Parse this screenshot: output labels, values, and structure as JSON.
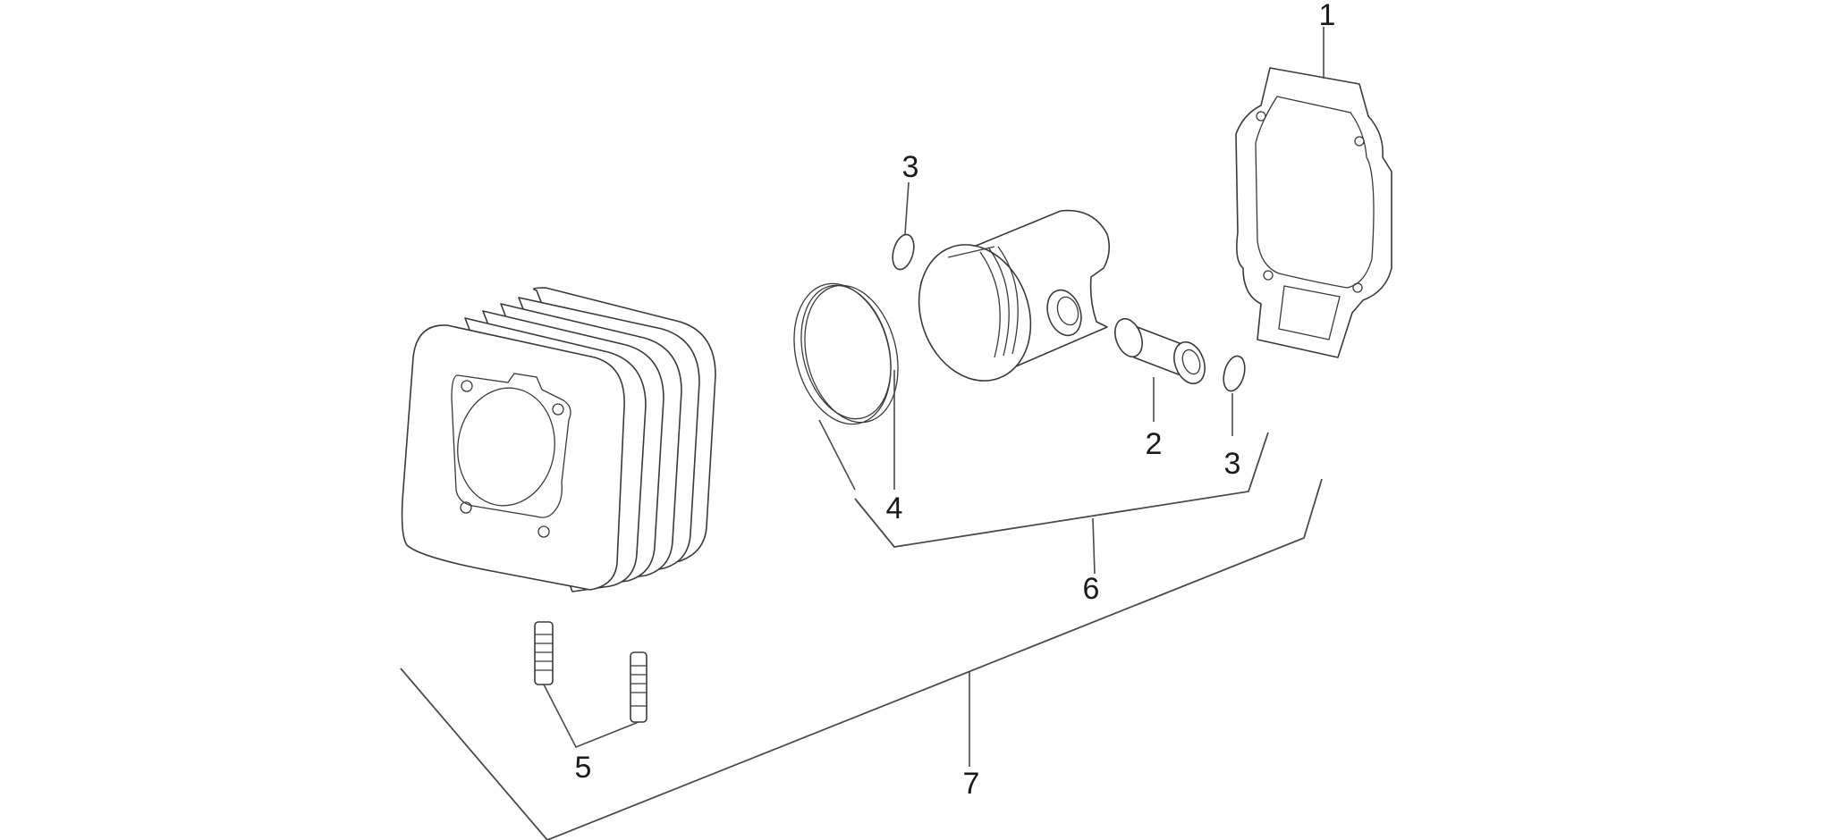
{
  "callouts": {
    "c1": "1",
    "c2": "2",
    "c3a": "3",
    "c3b": "3",
    "c4": "4",
    "c5": "5",
    "c6": "6",
    "c7": "7"
  },
  "parts": [
    {
      "ref": "1",
      "icon": "cylinder-base-gasket"
    },
    {
      "ref": "2",
      "icon": "piston-pin"
    },
    {
      "ref": "3",
      "icon": "pin-circlip"
    },
    {
      "ref": "4",
      "icon": "piston-rings"
    },
    {
      "ref": "5",
      "icon": "dowel-studs"
    },
    {
      "ref": "6",
      "icon": "piston-assembly-group"
    },
    {
      "ref": "7",
      "icon": "cylinder-kit-group"
    }
  ]
}
